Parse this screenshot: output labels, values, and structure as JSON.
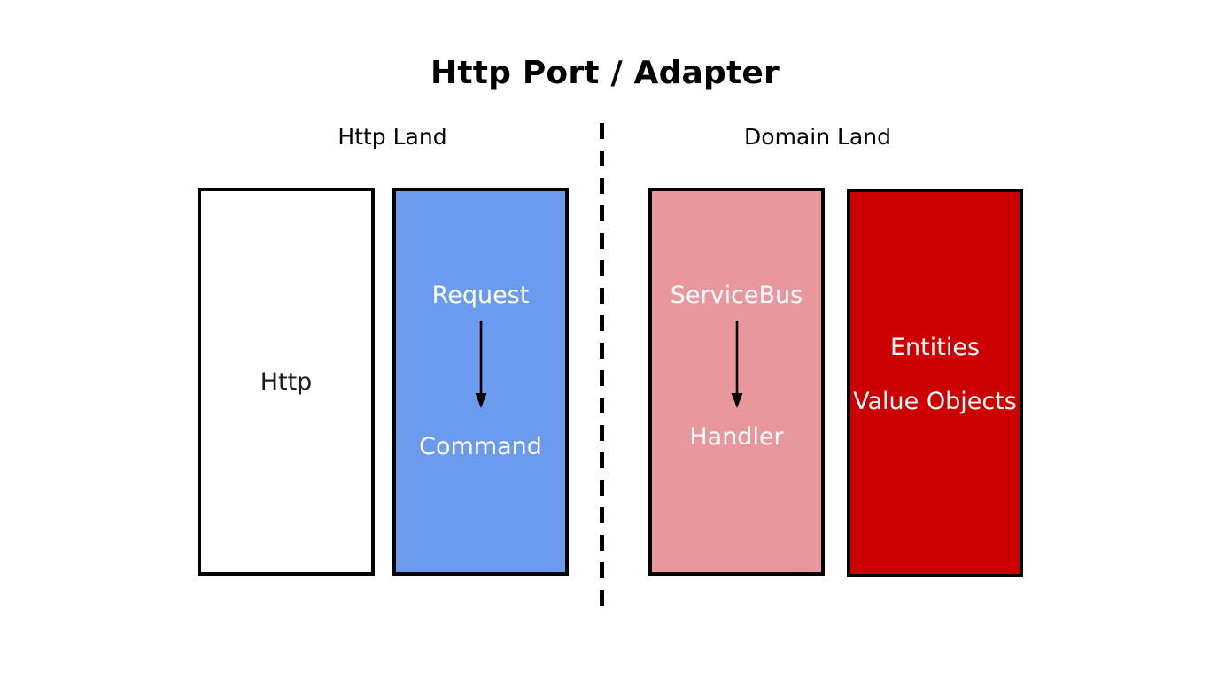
{
  "diagram": {
    "title": "Http Port / Adapter",
    "divider": {
      "style": "dashed-vertical",
      "color": "#000000"
    },
    "sections": [
      {
        "id": "http-land",
        "label": "Http Land"
      },
      {
        "id": "domain-land",
        "label": "Domain Land"
      }
    ],
    "boxes": [
      {
        "id": "http",
        "section": "http-land",
        "fill": "#ffffff",
        "border": "#000000",
        "text_color": "#1a1a1a",
        "labels": [
          "Http"
        ]
      },
      {
        "id": "request-command",
        "section": "http-land",
        "fill": "#6b9bec",
        "border": "#000000",
        "text_color": "#ffffff",
        "labels": [
          "Request",
          "Command"
        ],
        "arrow": {
          "from": "Request",
          "to": "Command",
          "color": "#000000",
          "direction": "down"
        }
      },
      {
        "id": "servicebus-handler",
        "section": "domain-land",
        "fill": "#e8979c",
        "border": "#000000",
        "text_color": "#ffffff",
        "labels": [
          "ServiceBus",
          "Handler"
        ],
        "arrow": {
          "from": "ServiceBus",
          "to": "Handler",
          "color": "#000000",
          "direction": "down"
        }
      },
      {
        "id": "entities-value-objects",
        "section": "domain-land",
        "fill": "#cc0000",
        "border": "#000000",
        "text_color": "#ffffff",
        "labels": [
          "Entities",
          "Value Objects"
        ]
      }
    ]
  }
}
